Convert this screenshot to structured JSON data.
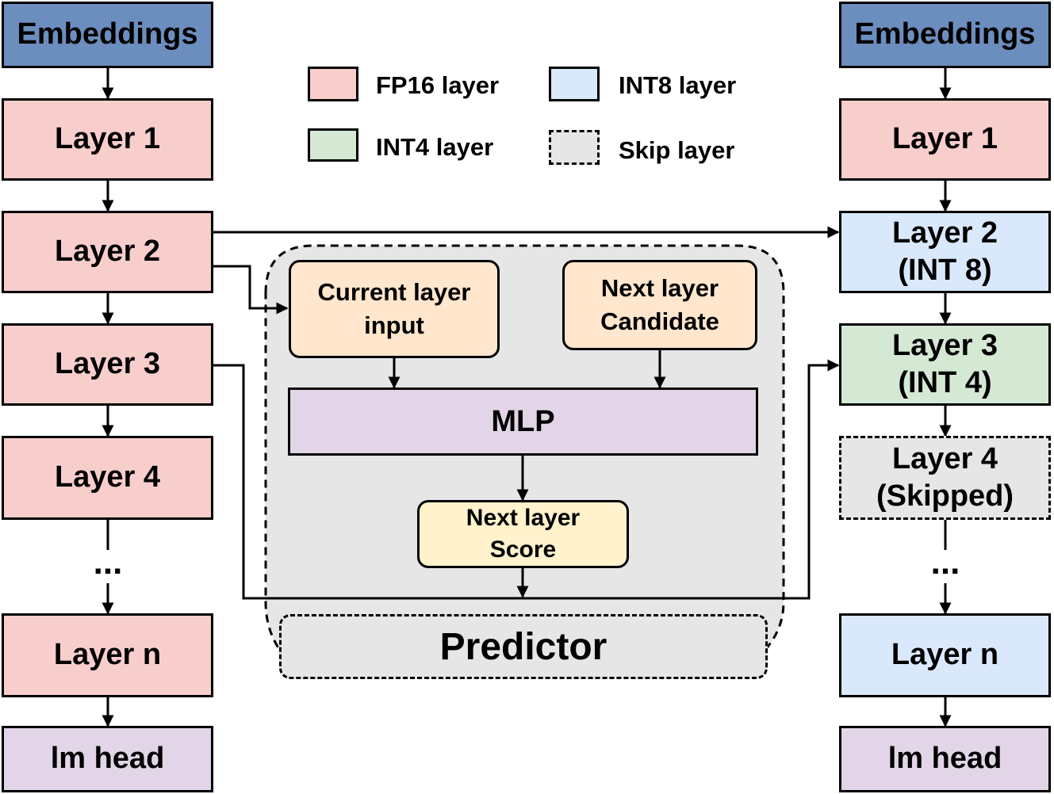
{
  "colors": {
    "fp16": "#f8cecc",
    "int8": "#dae8fc",
    "int4": "#d5e8d4",
    "skip": "#e6e6e6",
    "embeddings": "#6c8ebf",
    "lm_head": "#e1d5e7",
    "predictor_input": "#ffe6cc",
    "score": "#fff2cc",
    "predictor_bg": "#e6e6e6"
  },
  "legend": {
    "fp16": "FP16 layer",
    "int8": "INT8 layer",
    "int4": "INT4 layer",
    "skip": "Skip layer"
  },
  "left_stack": {
    "embeddings": "Embeddings",
    "layer1": "Layer 1",
    "layer2": "Layer 2",
    "layer3": "Layer 3",
    "layer4": "Layer 4",
    "ellipsis": "...",
    "layern": "Layer n",
    "head": "lm head"
  },
  "right_stack": {
    "embeddings": "Embeddings",
    "layer1": "Layer 1",
    "layer2_a": "Layer 2",
    "layer2_b": "(INT 8)",
    "layer3_a": "Layer 3",
    "layer3_b": "(INT 4)",
    "layer4_a": "Layer 4",
    "layer4_b": "(Skipped)",
    "ellipsis": "...",
    "layern": "Layer n",
    "head": "lm head"
  },
  "predictor": {
    "current_a": "Current layer",
    "current_b": "input",
    "next_a": "Next layer",
    "next_b": "Candidate",
    "mlp": "MLP",
    "score_a": "Next layer",
    "score_b": "Score",
    "label": "Predictor"
  }
}
